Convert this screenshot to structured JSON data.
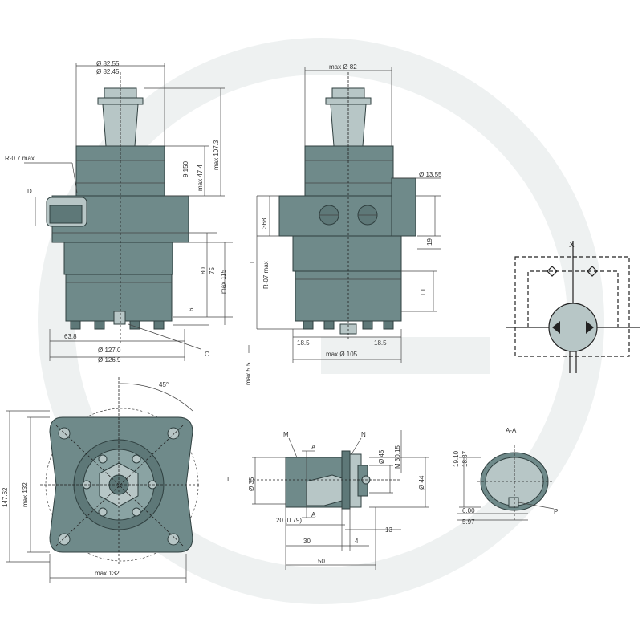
{
  "watermark_color": "#eef1f1",
  "body_color": "#6f8a8a",
  "front_view": {
    "shaft_diameter_top": "Ø 82.55",
    "shaft_diameter_bottom": "Ø 82.45",
    "radius_note": "R-0.7  max",
    "port_label": "D",
    "dim_9150": "9.150",
    "dim_max_47_4": "max 47.4",
    "dim_max_107_3": "max 107.3",
    "dim_80": "80",
    "dim_75": "75",
    "dim_max_115": "max 115",
    "dim_6": "6",
    "dim_63_8": "63.8",
    "dim_d127_0": "Ø 127.0",
    "dim_d126_9": "Ø 126.9",
    "label_c": "C",
    "dim_max_5_5": "max 5.5"
  },
  "side_view": {
    "dim_max_d82": "max Ø 82",
    "dim_d13_55": "Ø 13.55",
    "dim_368": "368",
    "dim_19": "19",
    "label_l": "L",
    "radius_note": "R-07  max",
    "label_l1": "L1",
    "dim_18_5_left": "18.5",
    "dim_18_5_right": "18.5",
    "dim_max_d105": "max Ø 105"
  },
  "bottom_view": {
    "angle": "45°",
    "dim_147_62": "147.62",
    "dim_max_132_vertical": "max 132",
    "dim_max_132_horizontal": "max 132"
  },
  "shaft_detail": {
    "label_m": "M",
    "label_n": "N",
    "section_a_top": "A",
    "section_a_bottom": "A",
    "label_i": "I",
    "dim_d35": "Ø 35",
    "dim_d45": "Ø 45",
    "dim_m30_15": "M 30.15",
    "dim_d44": "Ø 44",
    "dim_20": "20 (0.79)",
    "dim_30": "30",
    "dim_4": "4",
    "dim_13": "13",
    "dim_50": "50"
  },
  "section_aa": {
    "title": "A-A",
    "dim_19_10": "19.10",
    "dim_18_87": "18.87",
    "dim_6_00": "6.00",
    "dim_5_97": "5.97",
    "label_p": "P"
  },
  "hydraulic_symbol": {
    "label_x": "X"
  }
}
